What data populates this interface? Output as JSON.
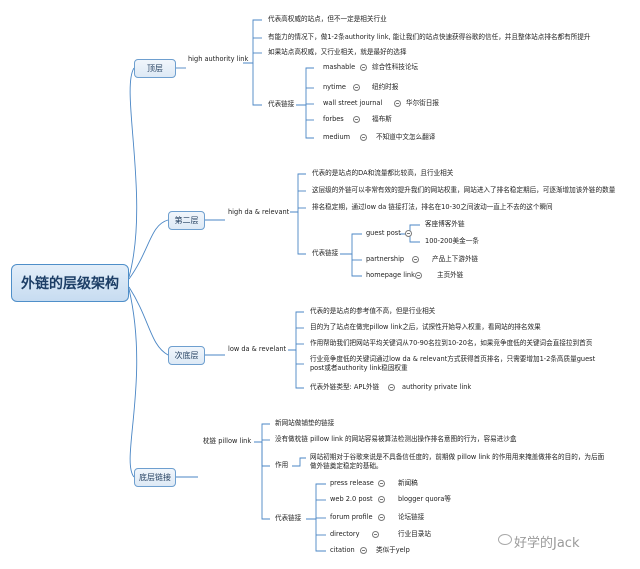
{
  "root": {
    "title": "外链的层级架构"
  },
  "branches": {
    "top": {
      "label": "顶层",
      "key": "high authority link",
      "items": [
        "代表高权威的站点，但不一定是相关行业",
        "有能力的情况下，做1-2条authority link, 能让我们的站点快速获得谷歌的信任，并且整体站点排名都有所提升",
        "如果站点高权威，又行业相关，就是最好的选择"
      ],
      "examples_label": "代表链接",
      "examples": [
        {
          "name": "mashable",
          "desc": "综合性科技论坛"
        },
        {
          "name": "nytime",
          "desc": "纽约时报"
        },
        {
          "name": "wall street journal",
          "desc": "华尔街日报"
        },
        {
          "name": "forbes",
          "desc": "福布斯"
        },
        {
          "name": "medium",
          "desc": "不知道中文怎么翻译"
        }
      ]
    },
    "second": {
      "label": "第二层",
      "key": "high da & relevant",
      "items": [
        "代表的是站点的DA和流量都比较高，且行业相关",
        "这层级的外链可以非常有效的提升我们的网站权重，网站进入了排名稳定期后，可逐渐增加该外链的数量",
        "排名稳定期，通过low da 链接打法，排名在10-30之间波动一直上不去的这个瞬间"
      ],
      "examples_label": "代表链接",
      "guest_post": {
        "name": "guest post",
        "descs": [
          "客座博客外链",
          "100-200美金一条"
        ]
      },
      "examples": [
        {
          "name": "partnership",
          "desc": "产品上下游外链"
        },
        {
          "name": "homepage link",
          "desc": "主页外链"
        }
      ]
    },
    "third": {
      "label": "次底层",
      "key": "low da & revelant",
      "items": [
        "代表的是站点的参考值不高，但是行业相关",
        "目的为了站点在做完pillow link之后，试探性开始导入权重，看网站的排名效果",
        "作用帮助我们把网站平均关键词从70-90名拉到10-20名，如果竞争度低的关键词会直接拉到首页",
        "行业竞争度低的关键词通过low da & relevant方式获得首页排名，只需要增加1-2条高质量guest post或者authority link稳固权重"
      ],
      "type_label": "代表外链类型: APL外链",
      "type_desc": "authority private link"
    },
    "bottom": {
      "label": "底层链接",
      "key": "枕链 pillow link",
      "items": [
        "新网站做铺垫的链接",
        "没有做枕链 pillow link 的网站容易被算法检测出操作排名意图的行为，容易进沙盒"
      ],
      "effect_label": "作用",
      "effect_text": "网站初期对于谷歌来说是不具备信任度的，前期做 pillow link 的作用用来掩盖做排名的目的，为后面做外链奠定稳定的基础。",
      "examples_label": "代表链接",
      "examples": [
        {
          "name": "press release",
          "desc": "新闻稿"
        },
        {
          "name": "web 2.0 post",
          "desc": "blogger quora等"
        },
        {
          "name": "forum profile",
          "desc": "论坛链接"
        },
        {
          "name": "directory",
          "desc": "行业目录站"
        },
        {
          "name": "citation",
          "desc": "类似于yelp"
        }
      ]
    }
  },
  "watermark": "好学的Jack",
  "colors": {
    "line": "#4a86c5",
    "node_border": "#6e9fcf",
    "root_fill": "#c7dcf1"
  }
}
